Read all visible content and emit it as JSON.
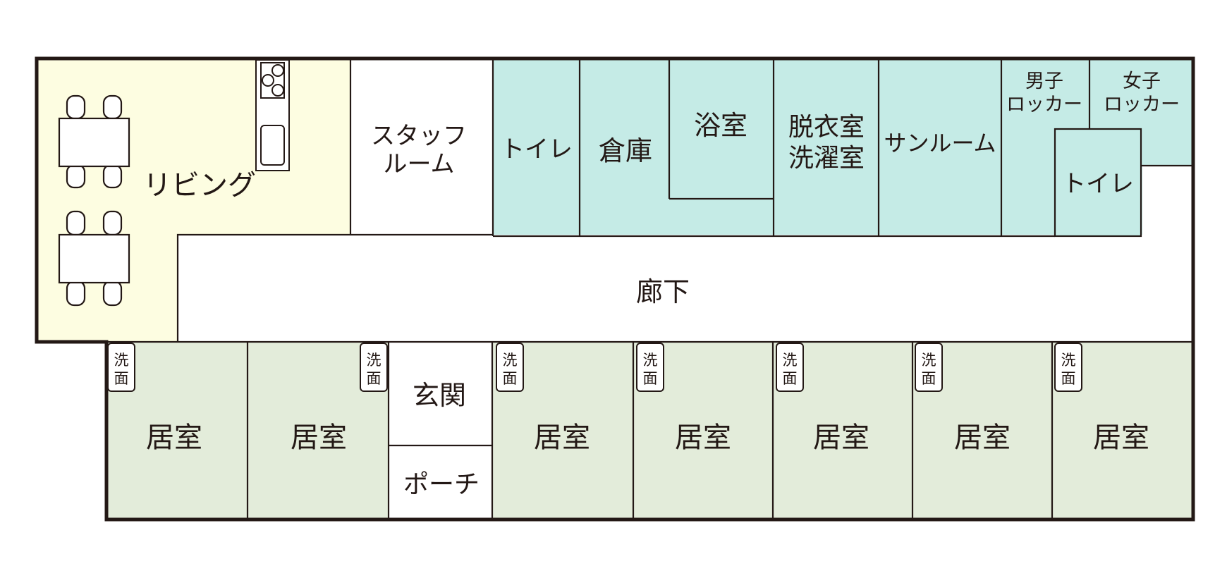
{
  "colors": {
    "living": "#fdfde1",
    "water": "#c5ebe6",
    "residence": "#e3ecda",
    "white": "#ffffff",
    "wall": "#231815"
  },
  "rooms": {
    "living": "リビング",
    "staff": "スタッフ\nルーム",
    "toilet1": "トイレ",
    "storage": "倉庫",
    "bath": "浴室",
    "dressing": "脱衣室\n洗濯室",
    "sunroom": "サンルーム",
    "mens_locker": "男子\nロッカー",
    "womens_locker": "女子\nロッカー",
    "toilet2": "トイレ",
    "corridor": "廊下",
    "entrance": "玄関",
    "porch": "ポーチ",
    "residence": [
      "居室",
      "居室",
      "居室",
      "居室",
      "居室",
      "居室",
      "居室"
    ],
    "washbasin": "洗\n面"
  },
  "icons": {
    "stove": "stove-icon",
    "sink": "sink-icon",
    "table": "dining-table-icon",
    "chair": "chair-icon"
  }
}
